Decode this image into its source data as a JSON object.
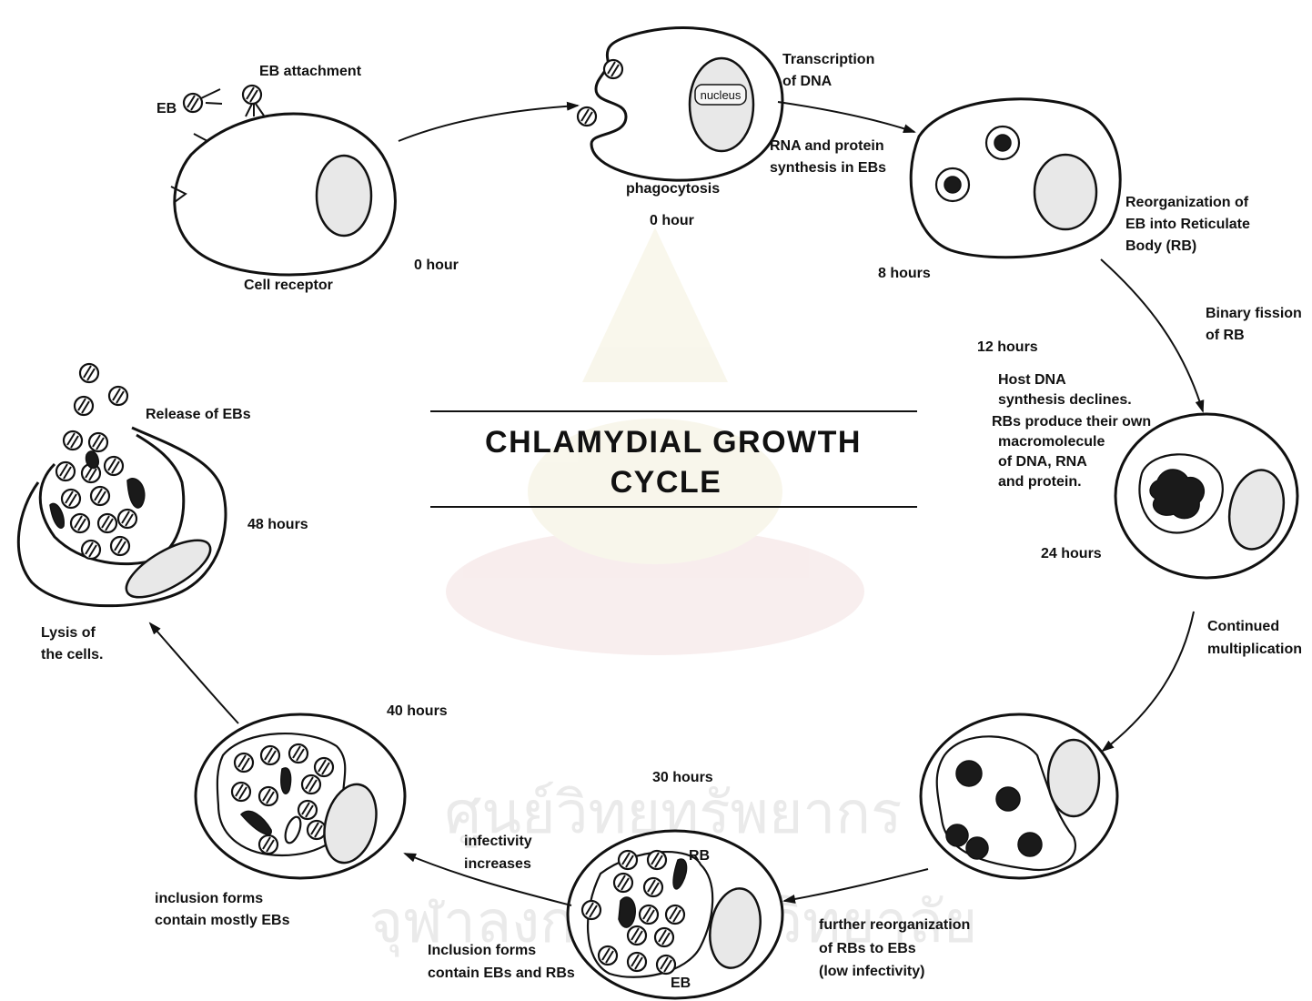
{
  "title": {
    "line1": "CHLAMYDIAL GROWTH",
    "line2": "CYCLE"
  },
  "watermark": {
    "line1": "ศูนย์วิทยทรัพยากร",
    "line2": "จุฬาลงกรณ์มหาวิทยาลัย"
  },
  "labels": {
    "eb": "EB",
    "eb_attachment": "EB attachment",
    "cell_receptor": "Cell receptor",
    "hour0_a": "0 hour",
    "nucleus": "nucleus",
    "phagocytosis": "phagocytosis",
    "hour0_b": "0 hour",
    "transcription1": "Transcription",
    "transcription2": "of DNA",
    "rna1": "RNA and protein",
    "rna2": "synthesis in EBs",
    "hour8": "8 hours",
    "reorg1": "Reorganization of",
    "reorg2": "EB into Reticulate",
    "reorg3": "Body (RB)",
    "binary1": "Binary fission",
    "binary2": "of RB",
    "hour12": "12 hours",
    "host1": "Host DNA",
    "host2": "synthesis declines.",
    "host3": "RBs produce their own",
    "host4": "macromolecule",
    "host5": "of DNA, RNA",
    "host6": "and protein.",
    "hour24": "24 hours",
    "cont1": "Continued",
    "cont2": "multiplication",
    "further1": "further reorganization",
    "further2": "of RBs to EBs",
    "further3": "(low infectivity)",
    "hour30": "30 hours",
    "rb": "RB",
    "eb_bottom": "EB",
    "inclEbRb1": "Inclusion forms",
    "inclEbRb2": "contain EBs and RBs",
    "infect1": "infectivity",
    "infect2": "increases",
    "hour40": "40 hours",
    "inclMostly1": "inclusion forms",
    "inclMostly2": "contain mostly EBs",
    "lysis1": "Lysis of",
    "lysis2": "the cells.",
    "hour48": "48 hours",
    "release": "Release of EBs"
  }
}
